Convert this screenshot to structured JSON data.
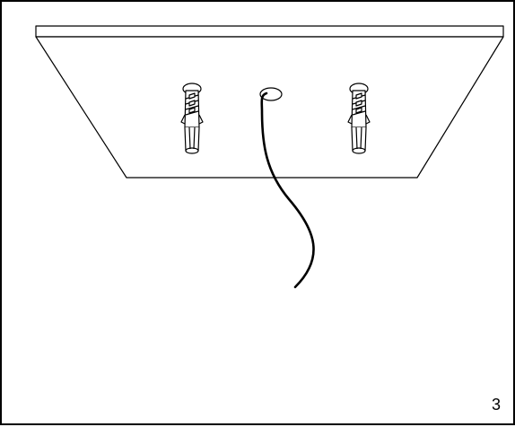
{
  "illustration": {
    "parts": [
      "ceiling-panel",
      "wall-plug-left",
      "wall-plug-right",
      "cable-hole",
      "power-cable"
    ]
  },
  "page": {
    "number": "3"
  },
  "colors": {
    "line": "#000000",
    "background": "#ffffff"
  }
}
